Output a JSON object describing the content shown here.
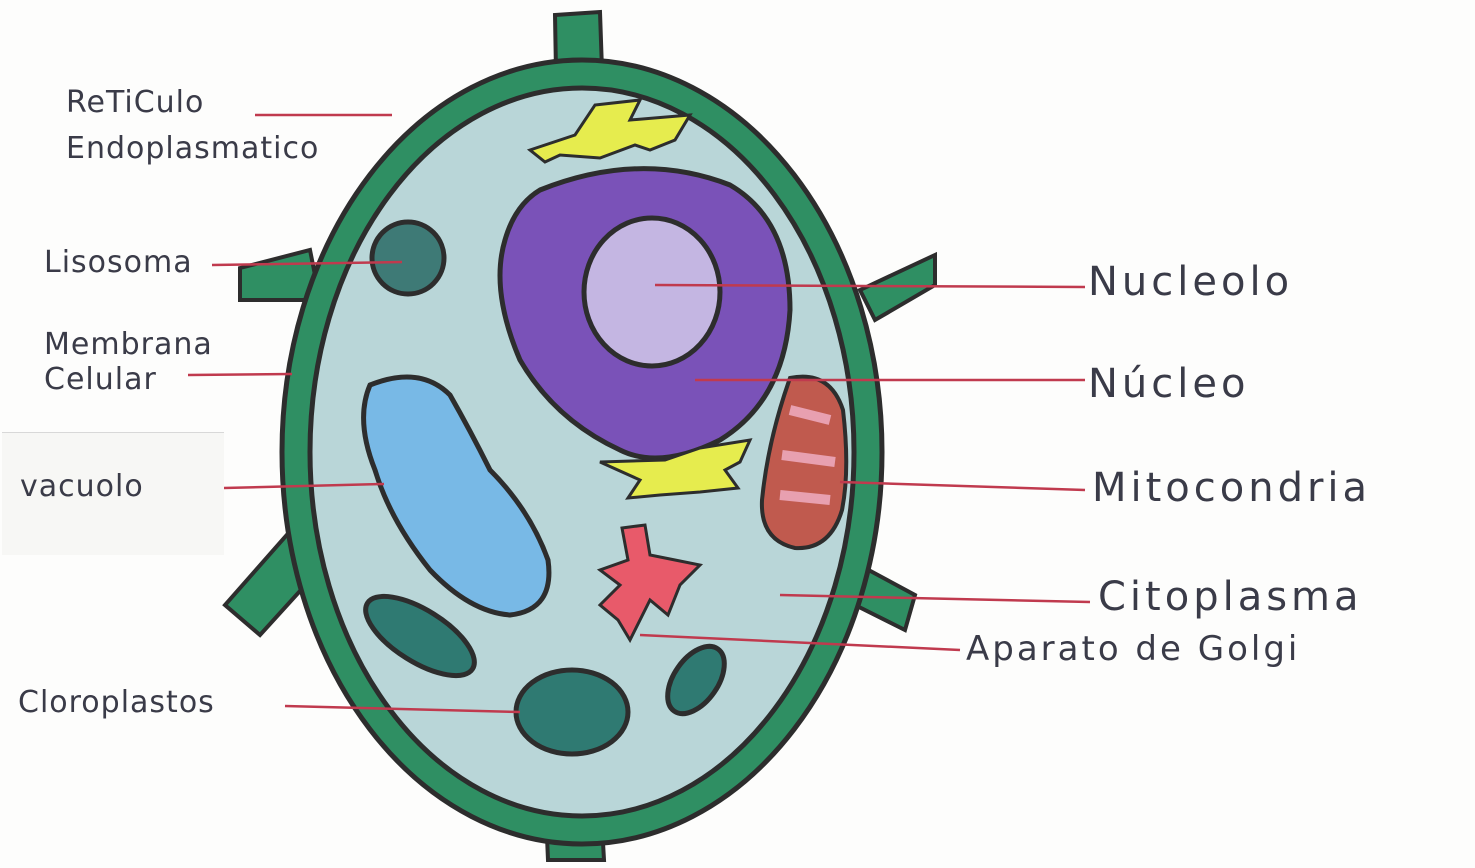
{
  "diagram": {
    "labels": {
      "reticulo_line1": "ReTiCulo",
      "reticulo_line2": "Endoplasmatico",
      "lisosoma": "Lisosoma",
      "membrana_line1": "Membrana",
      "membrana_line2": "Celular",
      "vacuolo": "vacuolo",
      "cloroplastos": "Cloroplastos",
      "nucleolo": "Nucleolo",
      "nucleo": "Núcleo",
      "mitocondria": "Mitocondria",
      "citoplasma": "Citoplasma",
      "aparato_golgi": "Aparato de Golgi"
    },
    "colors": {
      "cell_wall": "#2f8f63",
      "cytoplasm": "#b9d6d8",
      "nucleus": "#7a52b8",
      "nucleolus": "#c4b6e2",
      "vacuole": "#78b9e6",
      "chloroplast": "#2f7a72",
      "lysosome": "#3e7a76",
      "golgi": "#e85a6a",
      "reticulum": "#e6ec4e",
      "mitochondria": "#c05a4e",
      "leader_line": "#c03a4e",
      "outline": "#2d2d2d"
    }
  }
}
